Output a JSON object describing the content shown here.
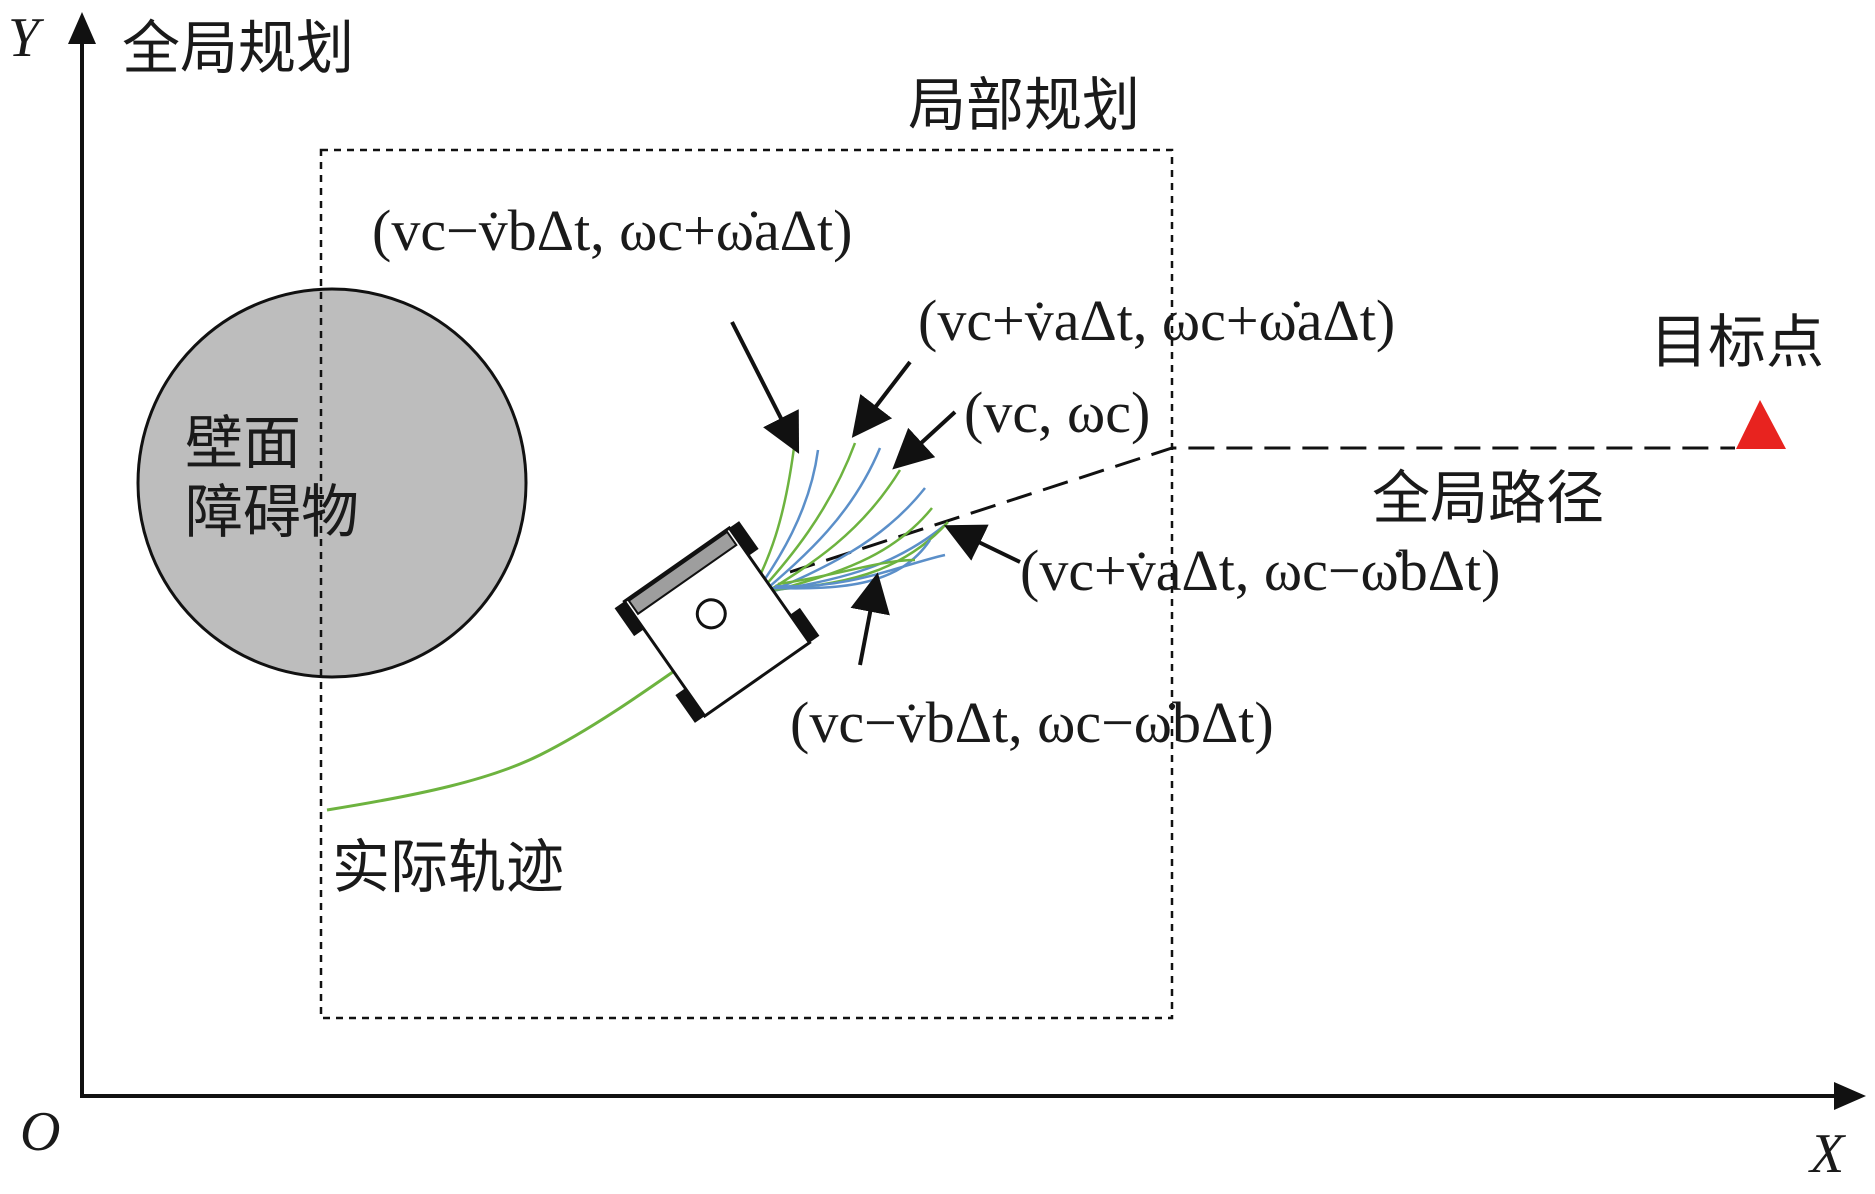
{
  "axes": {
    "y_label": "Y",
    "x_label": "X",
    "origin_label": "O"
  },
  "labels": {
    "global_planning": "全局规划",
    "local_planning": "局部规划",
    "obstacle_line1": "壁面",
    "obstacle_line2": "障碍物",
    "target_point": "目标点",
    "global_path": "全局路径",
    "actual_trajectory": "实际轨迹"
  },
  "formulas": [
    {
      "id": "f1",
      "text": "(vc−v̇bΔt,  ωc+ω̇aΔt)"
    },
    {
      "id": "f2",
      "text": "(vc+v̇aΔt,  ωc+ω̇aΔt)"
    },
    {
      "id": "f3",
      "text": "(vc,  ωc)"
    },
    {
      "id": "f4",
      "text": "(vc+v̇aΔt,  ωc−ω̇bΔt)"
    },
    {
      "id": "f5",
      "text": "(vc−v̇bΔt,  ωc−ω̇bΔt)"
    }
  ],
  "colors": {
    "obstacle_fill": "#bdbdbd",
    "trajectory_green": "#6db33f",
    "trajectory_blue": "#5b8fc9",
    "target_red": "#e8231f",
    "line": "#111111"
  }
}
